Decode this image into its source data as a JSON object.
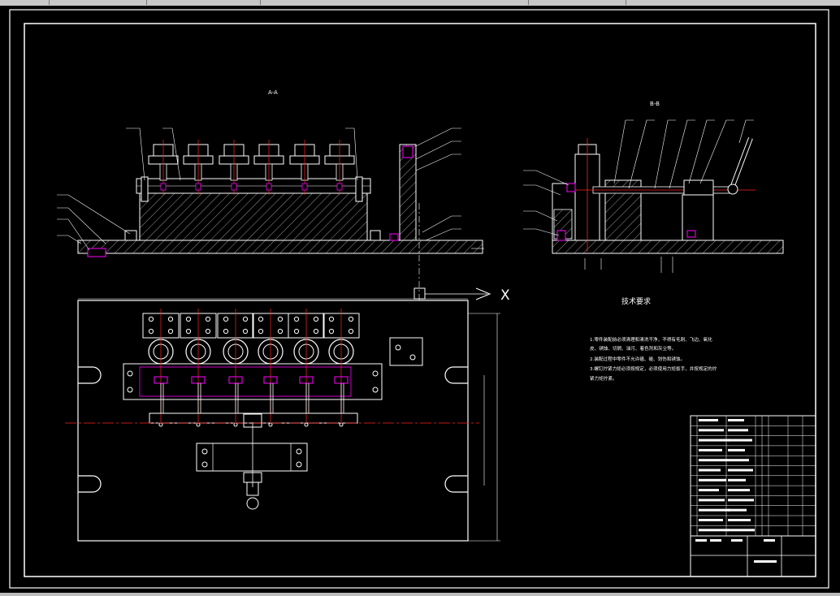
{
  "drawing": {
    "section_a_label": "A-A",
    "section_b_label": "B-B",
    "axis_label": "X",
    "notes": {
      "title": "技术要求",
      "lines": [
        "1.零件装配前必须清理和清洗干净，不得有毛刺、飞边、氧化",
        "皮、锈蚀、切屑、油污、着色剂和灰尘等。",
        "2.装配过程中零件不允许磕、碰、划伤和锈蚀。",
        "3.螺钉拧紧力矩必须按规定，必须使用力矩扳手，并按规定的拧",
        "紧力矩拧紧。"
      ]
    }
  },
  "colors": {
    "line": "#ffffff",
    "center": "#ff2222",
    "accent": "#ff00ff",
    "hatch": "#bbbbbb",
    "dim": "#ffffff"
  }
}
